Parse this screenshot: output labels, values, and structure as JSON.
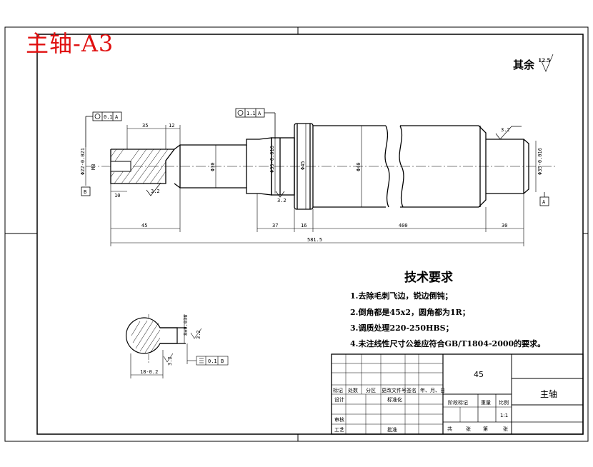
{
  "sheet_title": "主轴-A3",
  "roughness": {
    "label": "其余",
    "value": "12.5"
  },
  "tech_requirements": {
    "heading": "技术要求",
    "items": [
      "1.去除毛刺飞边，锐边倒钝；",
      "2.倒角都是45x2，圆角都为1R；",
      "3.调质处理220-250HBS；",
      "4.未注线性尺寸公差应符合GB/T1804-2000的要求。"
    ]
  },
  "dimensions": {
    "d35": "35",
    "d12": "12",
    "d45": "45",
    "d10a": "10",
    "d37": "37",
    "d16": "16",
    "d400": "400",
    "d30": "30",
    "total": "581.5",
    "finish_left": "3.2",
    "finish_mid": "3.2",
    "finish_right": "3.2",
    "section_depth": "18-0.2",
    "section_width": "8±0.036"
  },
  "datums": {
    "a": "A",
    "b": "B",
    "tol1": "0.1",
    "tol2": "1.1",
    "tol3": "0.1"
  },
  "title_block": {
    "material": "45",
    "part_name": "主轴",
    "scale": "1:1",
    "hdr": [
      "标记",
      "处数",
      "分区",
      "更改文件号",
      "签名",
      "年、月、日"
    ],
    "design": "设计",
    "standard": "标准化",
    "stage": "阶段标记",
    "weight": "重量",
    "ratio": "比例",
    "review": "审核",
    "process": "工艺",
    "approve": "批准",
    "sheets": [
      "共",
      "张",
      "第",
      "张"
    ]
  }
}
